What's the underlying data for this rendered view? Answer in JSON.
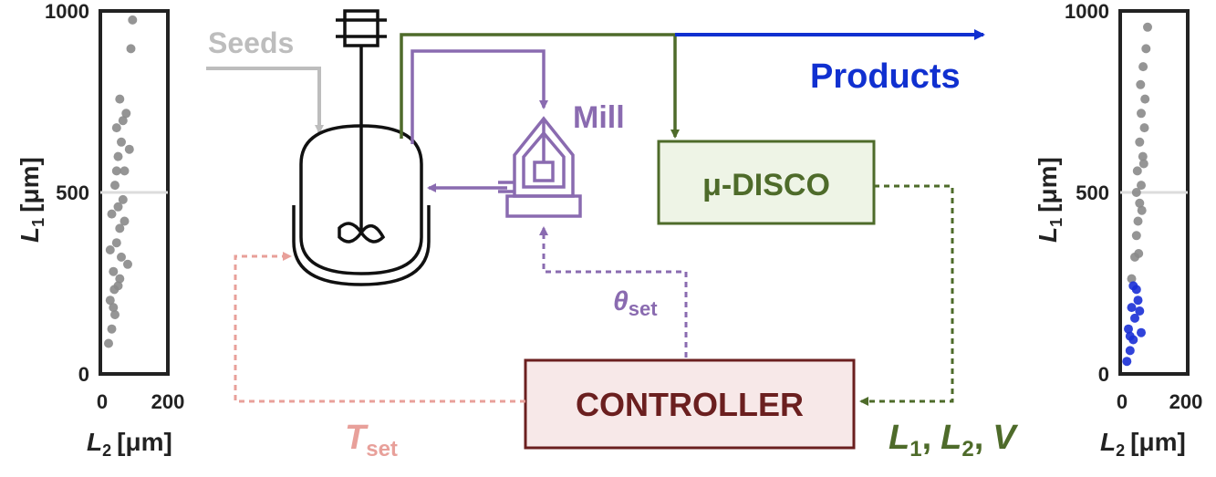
{
  "colors": {
    "product": "#1030d0",
    "disco": "#4e6b2a",
    "mill": "#8a6bb0",
    "temp": "#e8a09a",
    "controller_text": "#6b1f1f",
    "controller_fill": "#f7e8e8",
    "disco_fill": "#eef4e6",
    "seeds": "#bdbdbd",
    "points": "#8a8a8a",
    "cluster": "#1a2fd6"
  },
  "labels": {
    "seeds": "Seeds",
    "products": "Products",
    "mill": "Mill",
    "disco": "μ-DISCO",
    "controller": "CONTROLLER",
    "theta_sym": "θ",
    "theta_sub": "set",
    "t_sym": "T",
    "t_sub": "set",
    "l1": "L",
    "l1_sub": "1",
    "l2": "L",
    "l2_sub": "2",
    "comma": ",",
    "v": "V"
  },
  "chart_data": [
    {
      "type": "scatter",
      "position": "left",
      "xlabel": "L2 [μm]",
      "ylabel": "L1 [μm]",
      "xlim": [
        0,
        200
      ],
      "ylim": [
        0,
        1000
      ],
      "x_ticks": [
        "0",
        "200"
      ],
      "y_ticks": [
        "0",
        "500",
        "1000"
      ],
      "axis_label_text": {
        "sym": "L",
        "unit": "[μm]",
        "x_sub": "2",
        "y_sub": "1"
      },
      "series": [
        {
          "points": [
            [
              20,
              80
            ],
            [
              30,
              120
            ],
            [
              40,
              160
            ],
            [
              25,
              200
            ],
            [
              50,
              240
            ],
            [
              35,
              280
            ],
            [
              60,
              320
            ],
            [
              45,
              360
            ],
            [
              55,
              400
            ],
            [
              30,
              440
            ],
            [
              65,
              480
            ],
            [
              40,
              520
            ],
            [
              70,
              560
            ],
            [
              50,
              600
            ],
            [
              60,
              640
            ],
            [
              45,
              680
            ],
            [
              75,
              720
            ],
            [
              55,
              760
            ],
            [
              90,
              900
            ],
            [
              95,
              980
            ],
            [
              35,
              180
            ],
            [
              55,
              260
            ],
            [
              70,
              420
            ],
            [
              80,
              300
            ],
            [
              25,
              340
            ],
            [
              85,
              620
            ],
            [
              45,
              560
            ],
            [
              65,
              700
            ],
            [
              50,
              460
            ],
            [
              38,
              230
            ]
          ]
        }
      ]
    },
    {
      "type": "scatter",
      "position": "right",
      "xlabel": "L2 [μm]",
      "ylabel": "L1 [μm]",
      "xlim": [
        0,
        200
      ],
      "ylim": [
        0,
        1000
      ],
      "x_ticks": [
        "0",
        "200"
      ],
      "y_ticks": [
        "0",
        "500",
        "1000"
      ],
      "axis_label_text": {
        "sym": "L",
        "unit": "[μm]",
        "x_sub": "2",
        "y_sub": "1"
      },
      "series": [
        {
          "points": [
            [
              30,
              260
            ],
            [
              40,
              320
            ],
            [
              45,
              380
            ],
            [
              50,
              420
            ],
            [
              55,
              470
            ],
            [
              60,
              520
            ],
            [
              48,
              560
            ],
            [
              65,
              600
            ],
            [
              55,
              640
            ],
            [
              70,
              680
            ],
            [
              60,
              720
            ],
            [
              72,
              760
            ],
            [
              58,
              800
            ],
            [
              66,
              850
            ],
            [
              75,
              900
            ],
            [
              80,
              960
            ],
            [
              52,
              330
            ],
            [
              62,
              450
            ],
            [
              68,
              580
            ],
            [
              45,
              500
            ]
          ]
        },
        {
          "points": [
            [
              15,
              30
            ],
            [
              25,
              60
            ],
            [
              35,
              90
            ],
            [
              20,
              120
            ],
            [
              40,
              150
            ],
            [
              30,
              180
            ],
            [
              50,
              200
            ],
            [
              45,
              230
            ],
            [
              60,
              110
            ],
            [
              55,
              170
            ],
            [
              35,
              240
            ],
            [
              25,
              100
            ]
          ]
        }
      ]
    }
  ]
}
